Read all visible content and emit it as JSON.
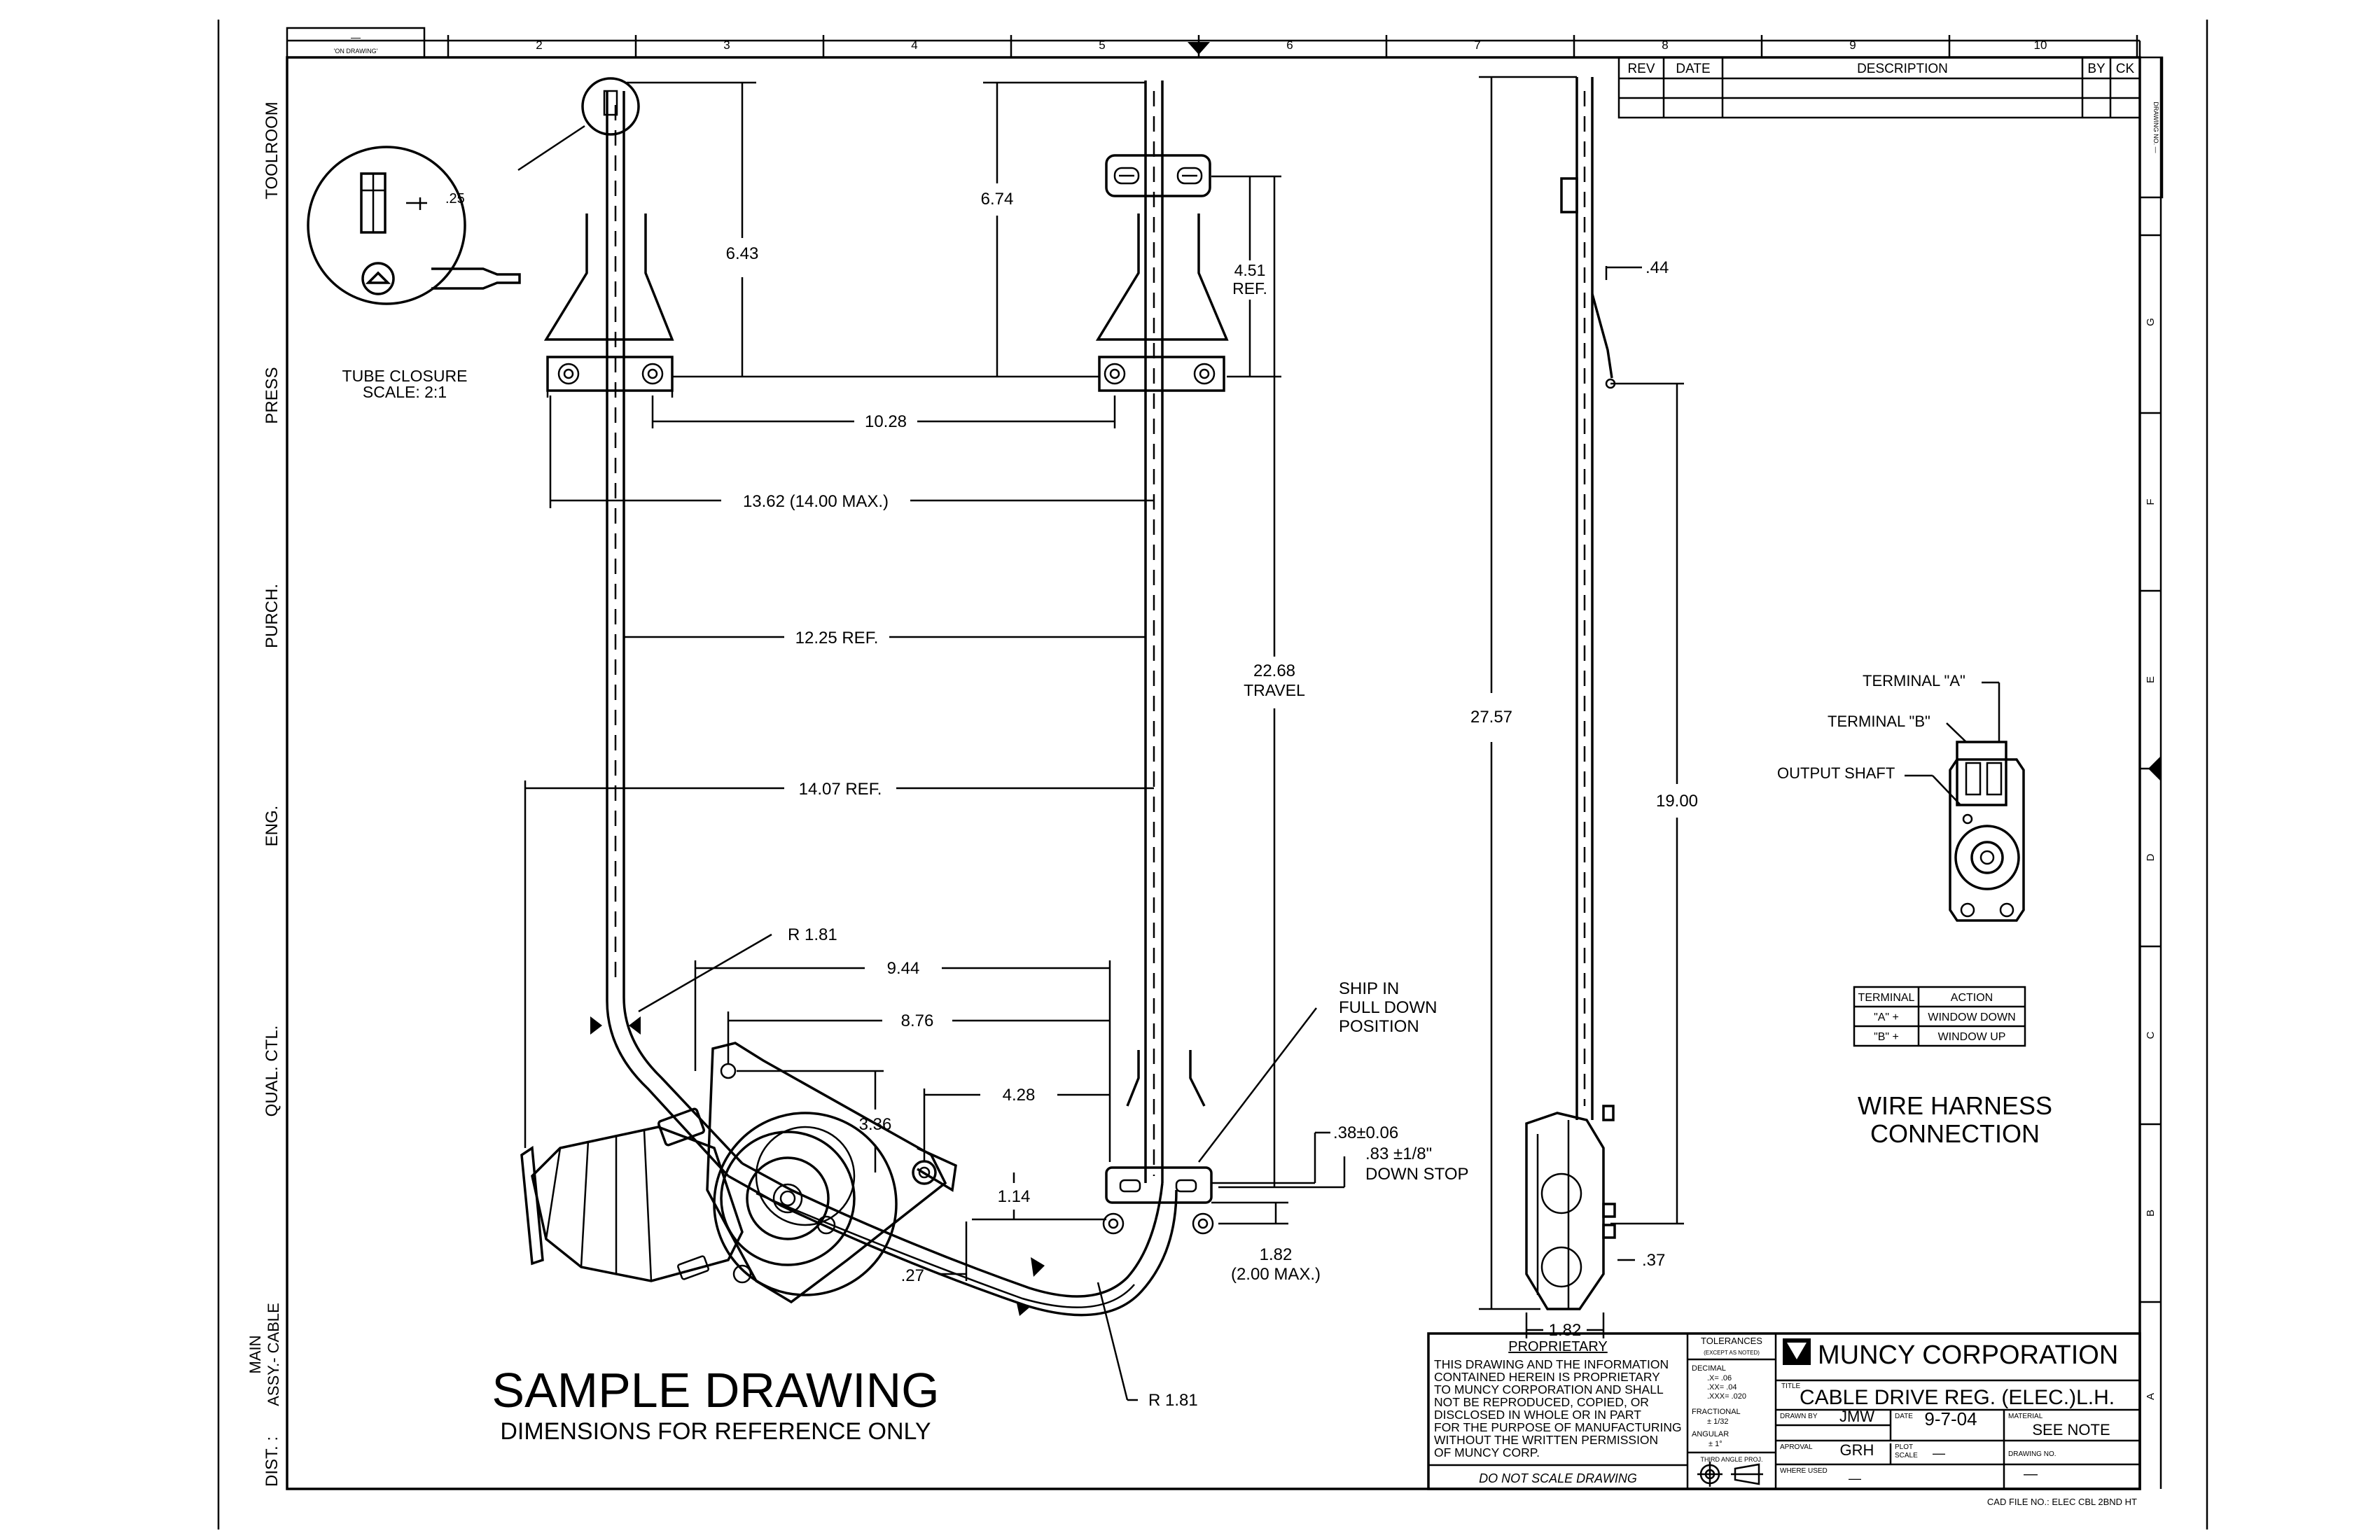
{
  "border": {
    "columns": [
      "2",
      "3",
      "4",
      "5",
      "6",
      "7",
      "8",
      "9",
      "10"
    ],
    "rows": [
      "G",
      "F",
      "E",
      "D",
      "C",
      "B",
      "A"
    ],
    "top_left_box": {
      "line1": "—",
      "line2": "'ON DRAWING'"
    },
    "sheet_id": "DRAWING NO. —"
  },
  "dept_labels": [
    "TOOLROOM",
    "PRESS",
    "PURCH.",
    "ENG.",
    "QUAL. CTL.",
    "MAIN\nASSY.- CABLE",
    "DIST. :"
  ],
  "revision_table": {
    "headers": [
      "REV",
      "DATE",
      "DESCRIPTION",
      "BY",
      "CK"
    ],
    "rows": [
      [
        "",
        "",
        "",
        "",
        ""
      ],
      [
        "",
        "",
        "",
        "",
        ""
      ]
    ]
  },
  "detail": {
    "title": "TUBE CLOSURE",
    "scale": "SCALE: 2:1",
    "dim": ".25"
  },
  "dimensions": {
    "d643": "6.43",
    "d674": "6.74",
    "d451": "4.51",
    "d451b": "REF.",
    "d1028": "10.28",
    "d1362": "13.62  (14.00  MAX.)",
    "d1225": "12.25  REF.",
    "d2268": "22.68",
    "d2268b": "TRAVEL",
    "d1407": "14.07  REF.",
    "r181a": "R  1.81",
    "d944": "9.44",
    "d876": "8.76",
    "d428": "4.28",
    "d336": "3.36",
    "d114": "1.14",
    "d027": ".27",
    "r181b": "R  1.81",
    "d038": ".38±0.06",
    "d083": ".83  ±1/8\"",
    "d083b": "DOWN  STOP",
    "d182": "1.82",
    "d182b": "(2.00  MAX.)",
    "ship1": "SHIP  IN",
    "ship2": "FULL  DOWN",
    "ship3": "POSITION",
    "d2757": "27.57",
    "d044": ".44",
    "d1900": "19.00",
    "d037": ".37",
    "d182side": "1.82"
  },
  "harness": {
    "terminal_a": "TERMINAL  \"A\"",
    "terminal_b": "TERMINAL  \"B\"",
    "output_shaft": "OUTPUT  SHAFT",
    "table_headers": [
      "TERMINAL",
      "ACTION"
    ],
    "table_rows": [
      [
        "\"A\"  +",
        "WINDOW  DOWN"
      ],
      [
        "\"B\"  +",
        "WINDOW  UP"
      ]
    ],
    "caption1": "WIRE  HARNESS",
    "caption2": "CONNECTION"
  },
  "sample": {
    "title": "SAMPLE  DRAWING",
    "subtitle": "DIMENSIONS  FOR  REFERENCE  ONLY"
  },
  "title_block": {
    "proprietary_heading": "PROPRIETARY",
    "proprietary_lines": [
      "THIS DRAWING AND THE INFORMATION",
      "CONTAINED HEREIN IS PROPRIETARY",
      "TO MUNCY CORPORATION AND SHALL",
      "NOT BE REPRODUCED, COPIED, OR",
      "DISCLOSED IN WHOLE OR IN PART",
      "FOR THE PURPOSE OF MANUFACTURING",
      "WITHOUT THE WRITTEN PERMISSION",
      "OF MUNCY CORP."
    ],
    "do_not_scale": "DO  NOT  SCALE  DRAWING",
    "tolerances_heading": "TOLERANCES",
    "tolerances_sub": "(EXCEPT AS NOTED)",
    "decimal_label": "DECIMAL",
    "decimal_values": [
      ".X= .06",
      ".XX= .04",
      ".XXX= .020"
    ],
    "fractional_label": "FRACTIONAL",
    "fractional_value": "± 1/32",
    "angular_label": "ANGULAR",
    "angular_value": "± 1°",
    "third_angle": "THIRD ANGLE PROJ.",
    "company": "MUNCY  CORPORATION",
    "title_label": "TITLE",
    "title": "CABLE  DRIVE  REG.  (ELEC.)L.H.",
    "drawn_by_label": "DRAWN BY",
    "drawn_by": "JMW",
    "date_label": "DATE",
    "date": "9-7-04",
    "material_label": "MATERIAL",
    "material": "SEE  NOTE",
    "approval_label": "APROVAL",
    "approval": "GRH",
    "plot_label": "PLOT",
    "plot_scale_label": "SCALE",
    "plot_scale": "—",
    "drawing_no_label": "DRAWING NO.",
    "drawing_no": "—",
    "where_used_label": "WHERE USED",
    "where_used": "—"
  },
  "cad_file": "CAD FILE NO.:  ELEC  CBL  2BND  HT"
}
